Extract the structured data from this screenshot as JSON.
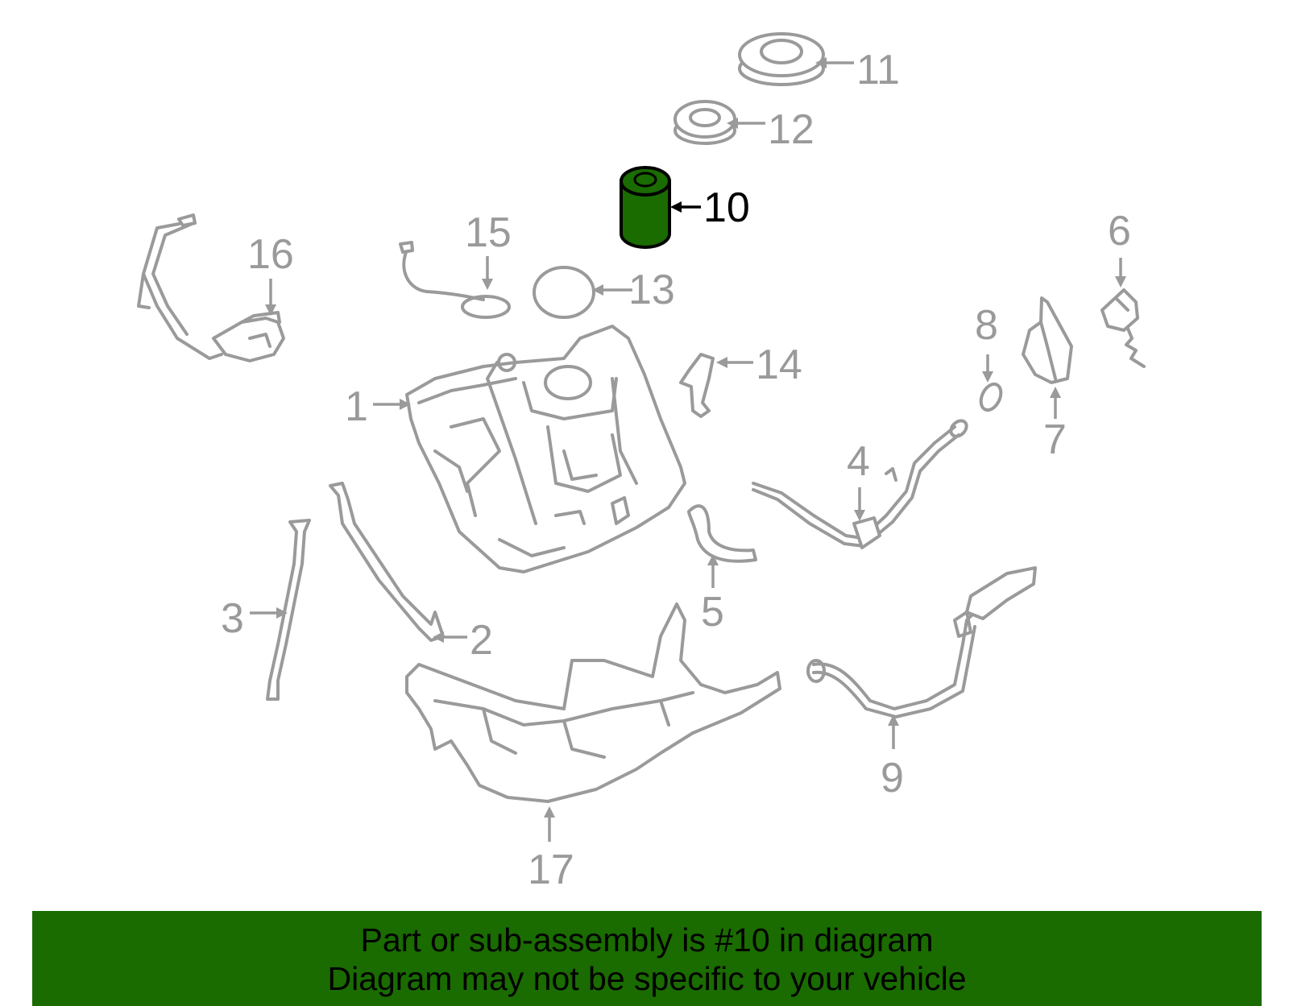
{
  "diagram": {
    "highlight_color": "#1a6b00",
    "highlighted_part": "10",
    "callouts": {
      "c1": "1",
      "c2": "2",
      "c3": "3",
      "c4": "4",
      "c5": "5",
      "c6": "6",
      "c7": "7",
      "c8": "8",
      "c9": "9",
      "c10": "10",
      "c11": "11",
      "c12": "12",
      "c13": "13",
      "c14": "14",
      "c15": "15",
      "c16": "16",
      "c17": "17"
    }
  },
  "banner": {
    "line1": "Part or sub-assembly is #10 in diagram",
    "line2": "Diagram may not be specific to your vehicle",
    "background": "#1a6b00"
  }
}
